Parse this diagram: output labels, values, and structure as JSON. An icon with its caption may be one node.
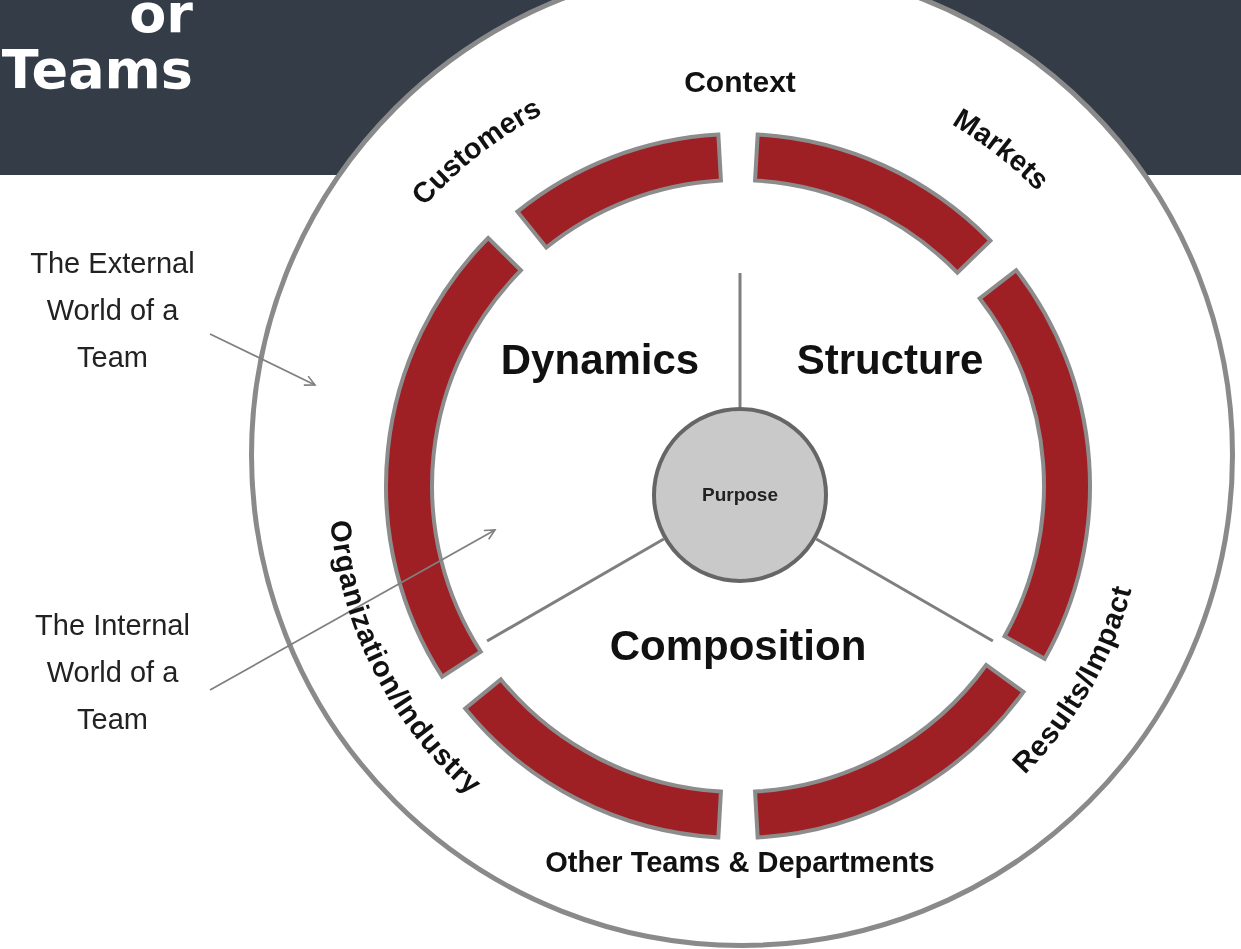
{
  "diagram": {
    "title": "or Teams",
    "nodes": [
      {
        "text": [
          "The External World of a Team"
        ]
      },
      {
        "text": [],
        "shape": "circle"
      },
      {
        "text": [
          "The Internal World of a Team"
        ]
      },
      {
        "text": [],
        "shape": "circle",
        "in": 1
      },
      {
        "text": [
          "Purpose"
        ],
        "in": 3
      }
    ],
    "edges": [
      {
        "from": 0,
        "to": 1,
        "arrow": "to"
      },
      {
        "from": 2,
        "to": 3,
        "arrow": "to"
      }
    ],
    "labels": [
      "Context",
      "Customers",
      "Markets",
      "Dynamics",
      "Structure",
      "Organization/Industry",
      "Composition",
      "Results/Impact",
      "Other Teams & Departments"
    ]
  }
}
